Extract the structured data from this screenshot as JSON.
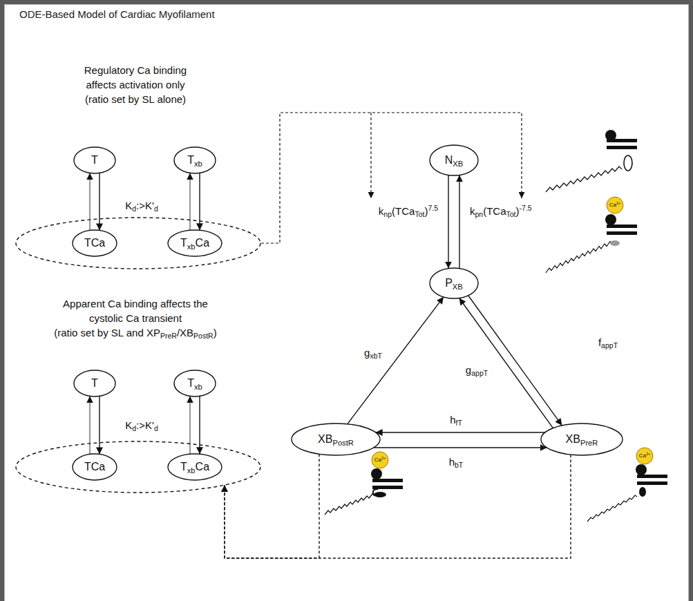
{
  "diagram": {
    "title": "ODE-Based Model of Cardiac Myofilament",
    "nodes": [
      {
        "text": [
          "T"
        ]
      },
      {
        "text": [
          "Txb"
        ]
      },
      {
        "text": []
      },
      {
        "text": [
          "TCa"
        ],
        "in": 2
      },
      {
        "text": [
          "TxbCa"
        ],
        "in": 2
      },
      {
        "text": [
          "T"
        ]
      },
      {
        "text": [
          "Txb"
        ]
      },
      {
        "text": []
      },
      {
        "text": [
          "TCa"
        ],
        "in": 7
      },
      {
        "text": [
          "TxbCa"
        ],
        "in": 7
      },
      {
        "text": [
          "NXB"
        ]
      },
      {
        "text": [
          "PXB"
        ]
      },
      {
        "text": [
          "XBPostR"
        ]
      },
      {
        "text": [
          "XBPreR"
        ]
      }
    ],
    "edges": [
      {
        "from": 0,
        "to": 3,
        "arrow": "to"
      },
      {
        "from": 3,
        "to": 0,
        "arrow": "to"
      },
      {
        "from": 1,
        "to": 4,
        "arrow": "to"
      },
      {
        "from": 4,
        "to": 1,
        "arrow": "to"
      },
      {
        "from": 5,
        "to": 8,
        "arrow": "to"
      },
      {
        "from": 8,
        "to": 5,
        "arrow": "to"
      },
      {
        "from": 6,
        "to": 9,
        "arrow": "to"
      },
      {
        "from": 9,
        "to": 6,
        "arrow": "to"
      },
      {
        "from": 10,
        "to": 11,
        "arrow": "to",
        "label": "knp(TCaTot)7.5"
      },
      {
        "from": 11,
        "to": 10,
        "arrow": "to",
        "label": "kpn(TCaTot)-7.5"
      },
      {
        "from": 12,
        "to": 11,
        "arrow": "to",
        "label": "gxbT"
      },
      {
        "from": 11,
        "to": 13,
        "arrow": "to",
        "label": "fappT"
      },
      {
        "from": 13,
        "to": 11,
        "arrow": "to",
        "label": "gappT"
      },
      {
        "from": 13,
        "to": 12,
        "arrow": "to",
        "label": "hfT"
      },
      {
        "from": 12,
        "to": 13,
        "arrow": "to",
        "label": "hbT"
      },
      {
        "from": 12,
        "to": 7,
        "arrow": "to"
      },
      {
        "from": 13,
        "to": 7,
        "arrow": "to"
      }
    ],
    "labels": [
      "Regulatory Ca binding affects activation only (ratio set by SL alone)",
      "Kd:>K'd",
      "Apparent Ca binding affects the cystolic Ca transient (ratio set by SL and XPPreR/XBPostR)",
      "Kd:>K'd",
      "Ca2+",
      "Ca2+",
      "Ca2+"
    ]
  }
}
